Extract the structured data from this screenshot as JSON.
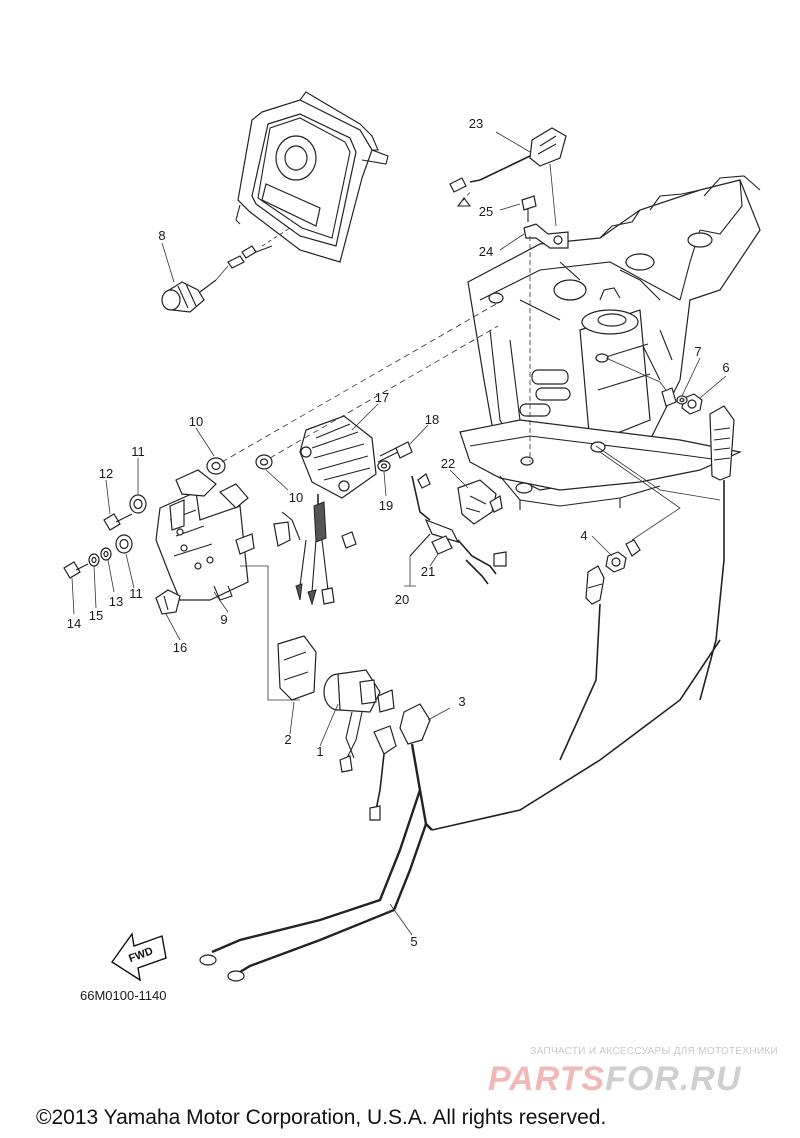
{
  "callouts": [
    {
      "num": "1"
    },
    {
      "num": "2"
    },
    {
      "num": "3"
    },
    {
      "num": "4"
    },
    {
      "num": "5"
    },
    {
      "num": "6"
    },
    {
      "num": "7"
    },
    {
      "num": "8"
    },
    {
      "num": "9"
    },
    {
      "num": "10"
    },
    {
      "num": "10"
    },
    {
      "num": "11"
    },
    {
      "num": "11"
    },
    {
      "num": "12"
    },
    {
      "num": "13"
    },
    {
      "num": "14"
    },
    {
      "num": "15"
    },
    {
      "num": "16"
    },
    {
      "num": "17"
    },
    {
      "num": "18"
    },
    {
      "num": "19"
    },
    {
      "num": "20"
    },
    {
      "num": "21"
    },
    {
      "num": "22"
    },
    {
      "num": "23"
    },
    {
      "num": "24"
    },
    {
      "num": "25"
    }
  ],
  "fwd_label": "FWD",
  "diagram_code": "66M0100-1140",
  "watermark": {
    "tagline": "ЗАПЧАСТИ И АКСЕССУАРЫ ДЛЯ МОТОТЕХНИКИ",
    "brand_left": "PARTS",
    "brand_right": "FOR.RU",
    "brand_left_color": "#f2b8b8",
    "brand_right_color": "#cfcfcf"
  },
  "copyright": "©2013 Yamaha Motor Corporation, U.S.A. All rights reserved."
}
